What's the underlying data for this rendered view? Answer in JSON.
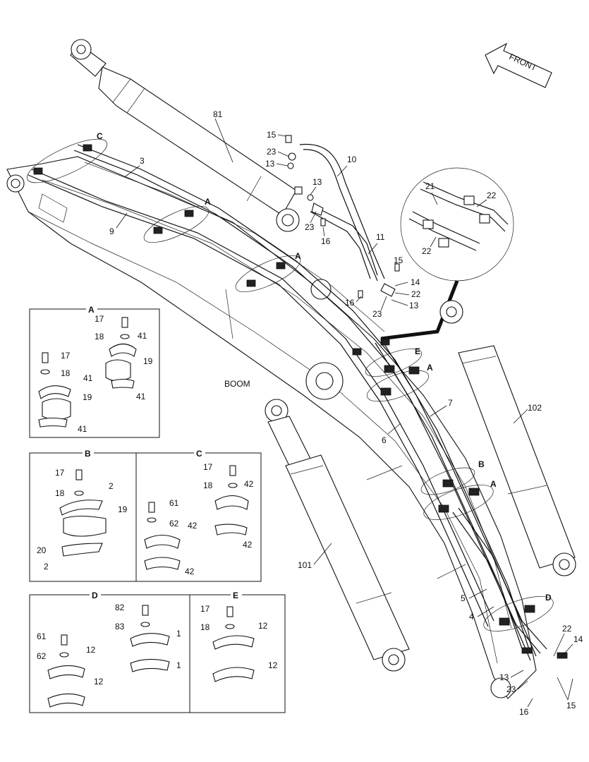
{
  "direction_label": "FRONT",
  "main_label": "BOOM",
  "detail_letters": {
    "A": "A",
    "B": "B",
    "C": "C",
    "D": "D",
    "E": "E"
  },
  "callouts": {
    "c81": "81",
    "c3": "3",
    "c9": "9",
    "c10": "10",
    "c11": "11",
    "c15a": "15",
    "c23a": "23",
    "c13a": "13",
    "c13b": "13",
    "c23b": "23",
    "c16a": "16",
    "c15b": "15",
    "c14a": "14",
    "c22a": "22",
    "c16b": "16",
    "c23c": "23",
    "c13c": "13",
    "c21z": "21",
    "c22z1": "22",
    "c22z2": "22",
    "c7": "7",
    "c6": "6",
    "c102": "102",
    "c101": "101",
    "c5": "5",
    "c4": "4",
    "c22b": "22",
    "c14b": "14",
    "c13d": "13",
    "c23d": "23",
    "c16c": "16",
    "c15c": "15"
  },
  "details": {
    "A": [
      "17",
      "18",
      "41",
      "19",
      "41",
      "17",
      "18",
      "41",
      "19",
      "41"
    ],
    "B": [
      "17",
      "18",
      "2",
      "19",
      "20",
      "2"
    ],
    "C": [
      "17",
      "18",
      "42",
      "61",
      "62",
      "42",
      "42",
      "42"
    ],
    "D": [
      "61",
      "62",
      "12",
      "12",
      "82",
      "83",
      "1",
      "1"
    ],
    "E": [
      "17",
      "18",
      "12",
      "12"
    ]
  }
}
